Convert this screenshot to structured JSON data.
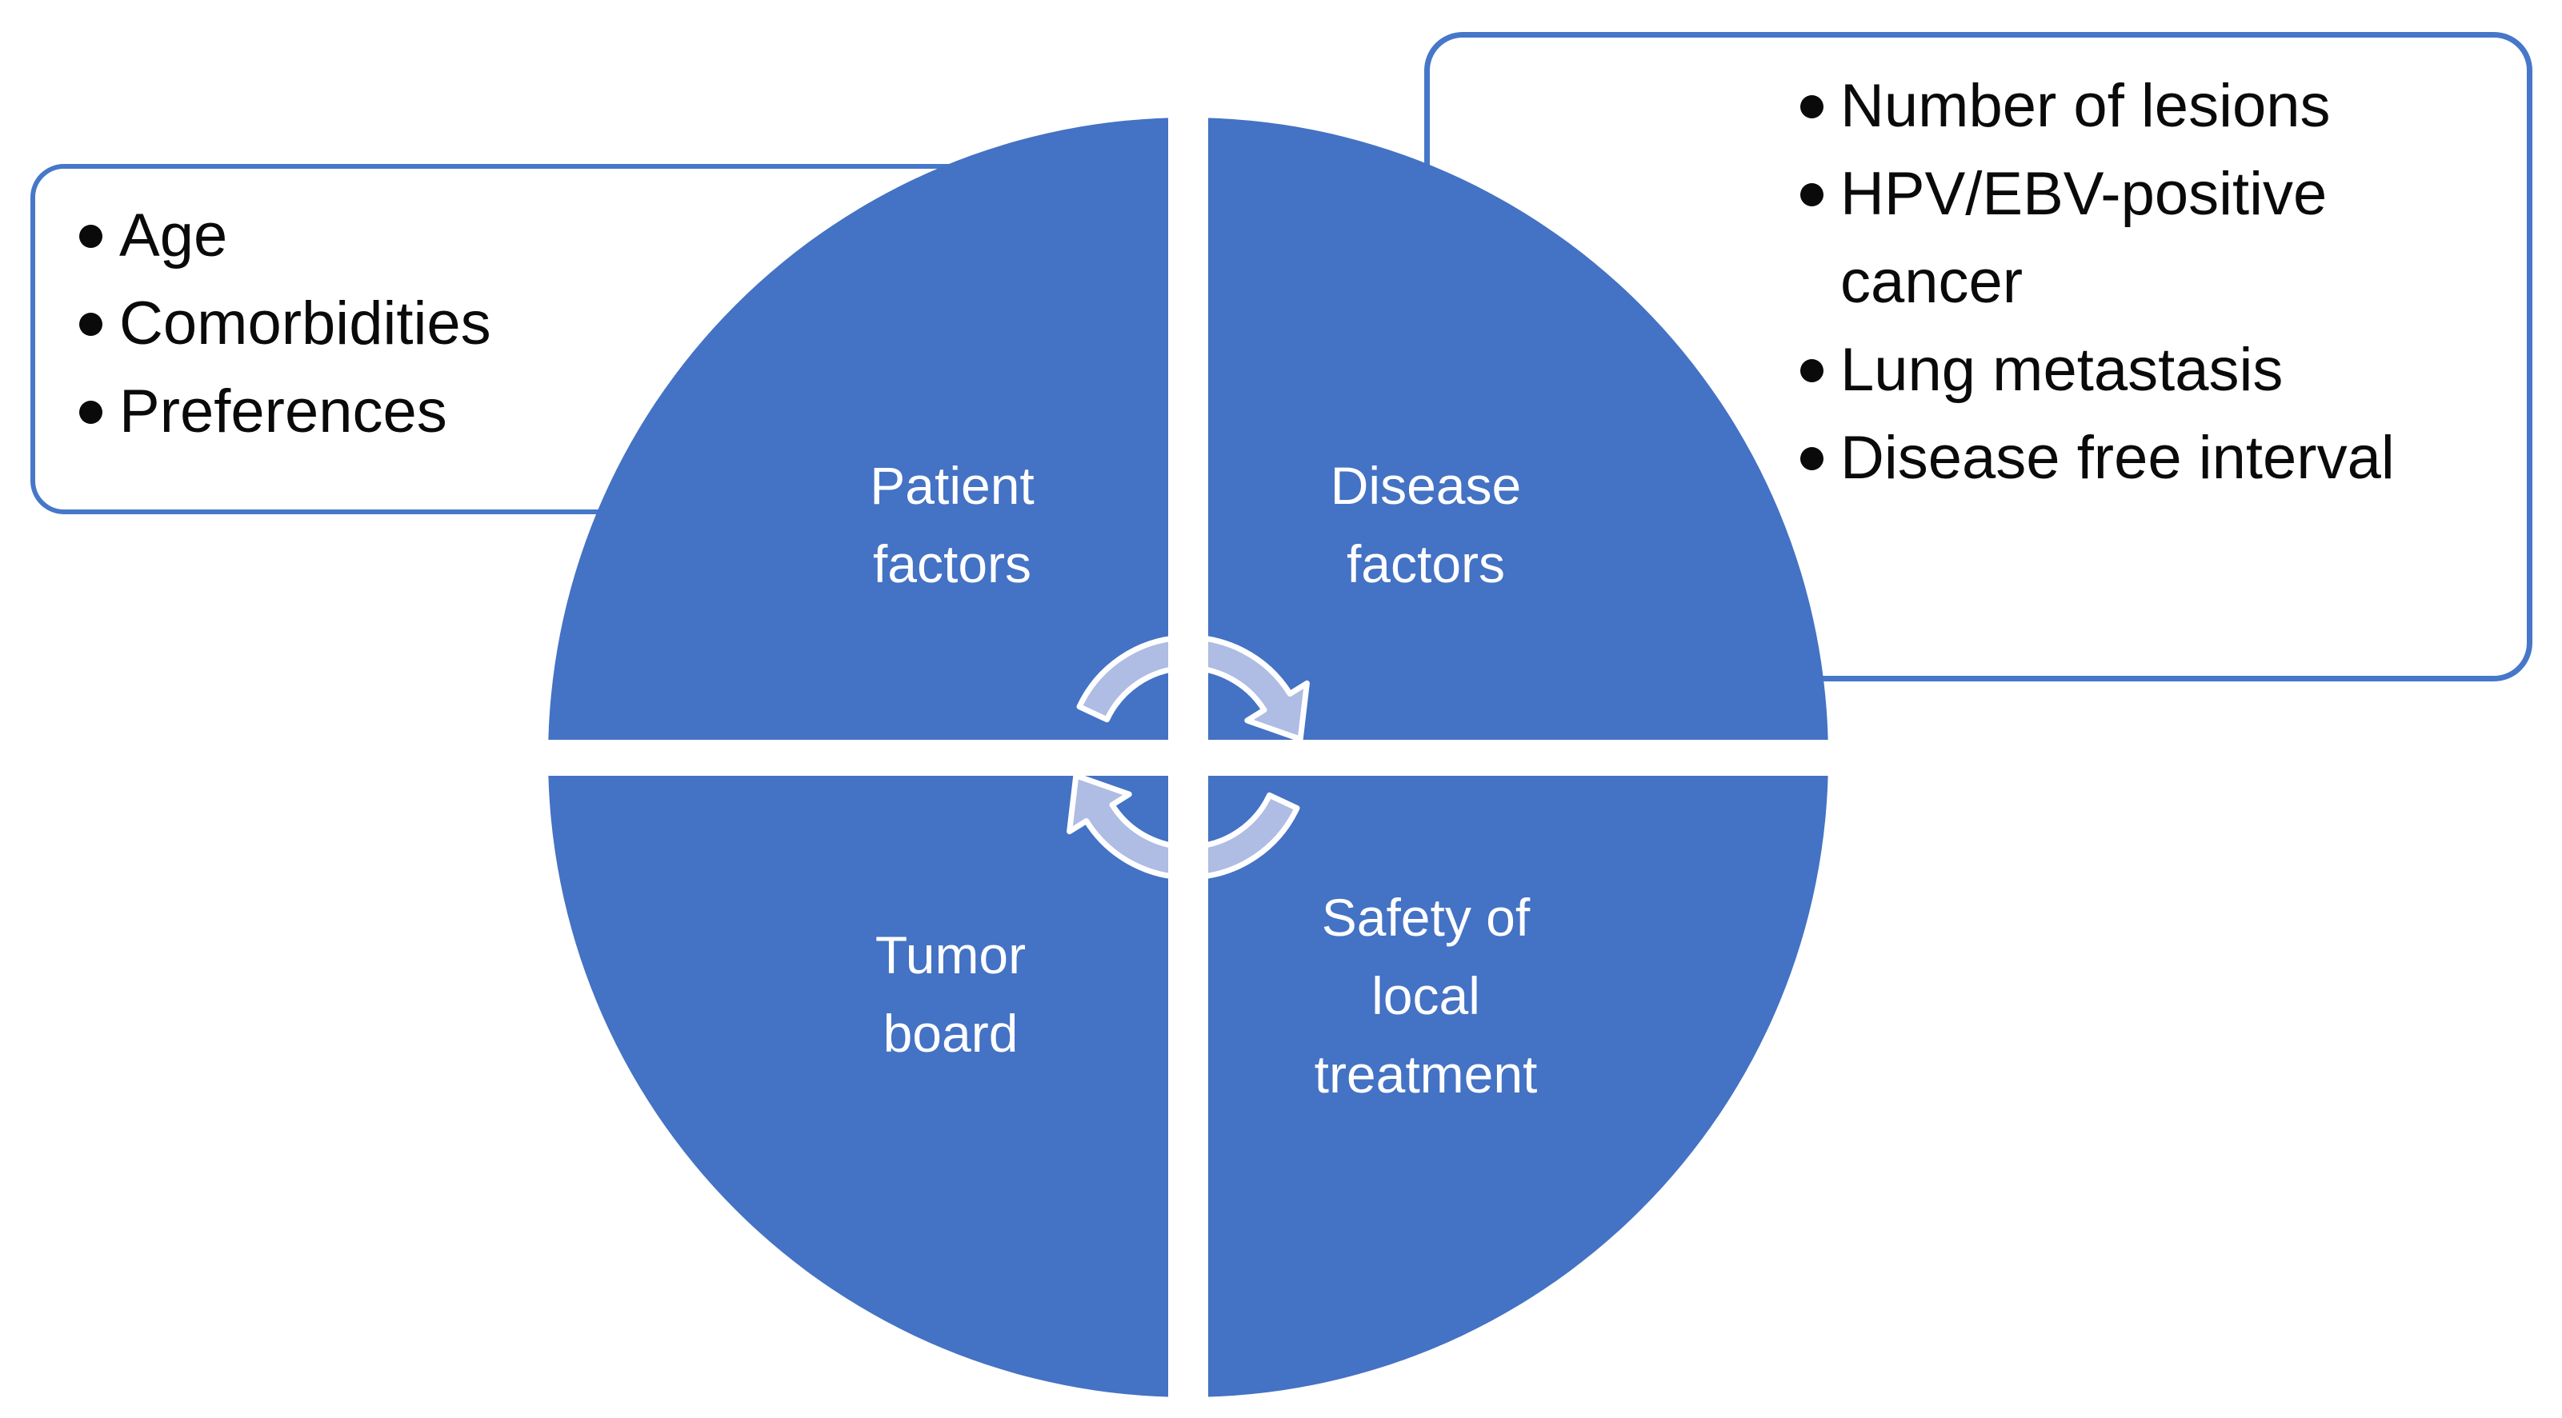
{
  "diagram": {
    "type": "quadrant-cycle",
    "colors": {
      "circle_fill": "#4472c4",
      "callout_border": "#4677c9",
      "arrow_fill": "#afbce3",
      "arrow_outline": "#ffffff",
      "quadrant_label_text": "#ffffff",
      "list_text": "#0a0a0a",
      "background": "#ffffff"
    },
    "center_icon": "cycle-arrows"
  },
  "left_callout": {
    "items": [
      {
        "lines": [
          "Age"
        ]
      },
      {
        "lines": [
          "Comorbidities"
        ]
      },
      {
        "lines": [
          "Preferences"
        ]
      }
    ]
  },
  "right_callout": {
    "items": [
      {
        "lines": [
          "Number of lesions"
        ]
      },
      {
        "lines": [
          "HPV/EBV-positive",
          "cancer"
        ]
      },
      {
        "lines": [
          "Lung metastasis"
        ]
      },
      {
        "lines": [
          "Disease free interval"
        ]
      }
    ]
  },
  "quadrants": {
    "top_left": {
      "lines": [
        "Patient",
        "factors"
      ]
    },
    "top_right": {
      "lines": [
        "Disease",
        "factors"
      ]
    },
    "bottom_left": {
      "lines": [
        "Tumor",
        "board"
      ]
    },
    "bottom_right": {
      "lines": [
        "Safety of",
        "local",
        "treatment"
      ]
    }
  }
}
